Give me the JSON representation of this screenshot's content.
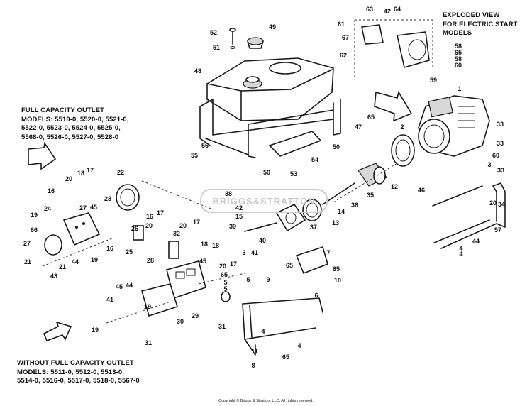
{
  "captions": {
    "exploded_view": [
      "EXPLODED VIEW",
      "FOR ELECTRIC START",
      "MODELS"
    ],
    "full_capacity": [
      "FULL CAPACITY OUTLET",
      "MODELS: 5519-0, 5520-0, 5521-0,",
      "5522-0, 5523-0, 5524-0, 5525-0,",
      "5568-0, 5526-0, 5527-0, 5528-0"
    ],
    "without_full_capacity": [
      "WITHOUT FULL CAPACITY OUTLET",
      "MODELS: 5511-0, 5512-0, 5513-0,",
      "5514-0, 5516-0, 5517-0, 5518-0, 5567-0"
    ]
  },
  "callouts": [
    "63",
    "42",
    "64",
    "61",
    "67",
    "62",
    "58",
    "65",
    "58",
    "60",
    "59",
    "52",
    "51",
    "49",
    "48",
    "1",
    "65",
    "47",
    "2",
    "33",
    "33",
    "60",
    "56",
    "55",
    "50",
    "53",
    "54",
    "50",
    "3",
    "33",
    "46",
    "20",
    "34",
    "57",
    "44",
    "4",
    "12",
    "35",
    "36",
    "14",
    "38",
    "15",
    "42",
    "39",
    "37",
    "13",
    "40",
    "41",
    "3",
    "65",
    "7",
    "65",
    "10",
    "6",
    "20",
    "18",
    "17",
    "16",
    "24",
    "23",
    "22",
    "19",
    "27",
    "45",
    "66",
    "17",
    "16",
    "26",
    "20",
    "25",
    "27",
    "16",
    "44",
    "19",
    "21",
    "43",
    "21",
    "32",
    "20",
    "17",
    "18",
    "18",
    "28",
    "20",
    "17",
    "45",
    "65",
    "5",
    "44",
    "41",
    "45",
    "19",
    "31",
    "29",
    "30",
    "19",
    "31",
    "9",
    "4",
    "11",
    "65",
    "8",
    "4",
    "5",
    "5",
    "4"
  ],
  "watermark": "BRIGGS&STRATTON",
  "copyright": "Copyright © Briggs & Stratton, LLC. All rights reserved."
}
